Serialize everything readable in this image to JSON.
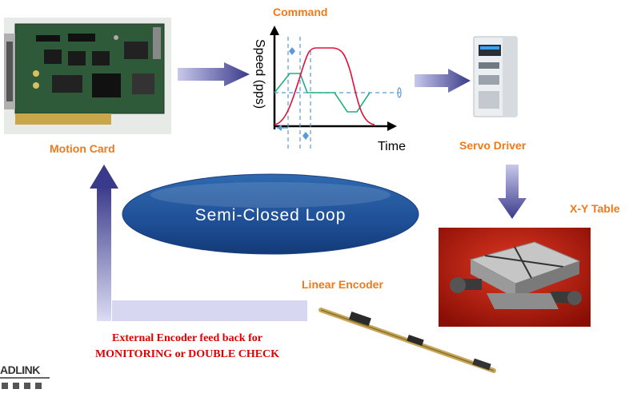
{
  "labels": {
    "motion_card": "Motion Card",
    "command": "Command",
    "servo_driver": "Servo Driver",
    "xy_table": "X-Y Table",
    "linear_encoder": "Linear Encoder",
    "loop": "Semi-Closed Loop",
    "feedback_line1": "External Encoder feed back for",
    "feedback_line2": "MONITORING or DOUBLE CHECK"
  },
  "chart": {
    "ylabel": "Speed (pps)",
    "xlabel": "Time"
  },
  "logo": {
    "brand": "ADLINK"
  },
  "colors": {
    "label_orange": "#f07a1a",
    "feedback_red": "#e00000",
    "arrow_purple": "#4a4a9a",
    "loop_blue": "#2b62a8",
    "curve_red": "#e0103a",
    "curve_green": "#20b080",
    "guide_blue": "#5a9ad8"
  }
}
